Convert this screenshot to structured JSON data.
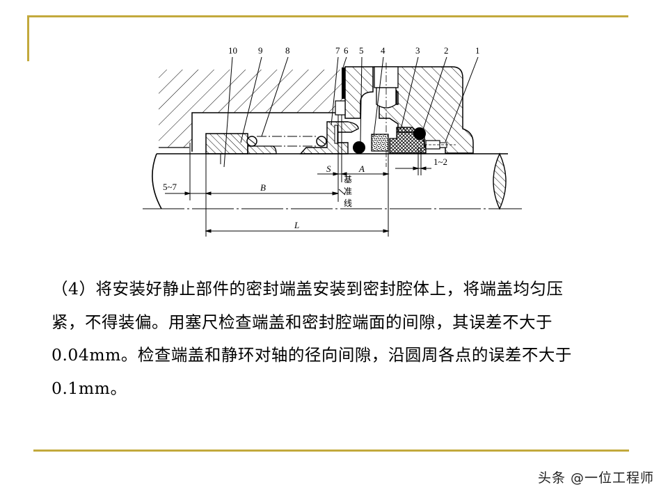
{
  "slide": {
    "accent_color": "#c2a93c",
    "background": "#ffffff"
  },
  "figure": {
    "part_labels": [
      "10",
      "9",
      "8",
      "7",
      "6",
      "5",
      "4",
      "3",
      "2",
      "1"
    ],
    "dimension_labels": {
      "s": "S",
      "a": "A",
      "b": "B",
      "l": "L",
      "offset_left": "5~7",
      "offset_right": "1~2"
    },
    "reference_line_label": [
      "基",
      "准",
      "线"
    ]
  },
  "body": {
    "paragraph_lines": [
      "（4）将安装好静止部件的密封端盖安装到密封腔体上，将端盖均匀压",
      "紧，不得装偏。用塞尺检查端盖和密封腔端面的间隙，其误差不大于",
      "0.04mm。检查端盖和静环对轴的径向间隙，沿圆周各点的误差不大于",
      "0.1mm。"
    ]
  },
  "watermark": {
    "text": "头条 @一位工程师"
  }
}
